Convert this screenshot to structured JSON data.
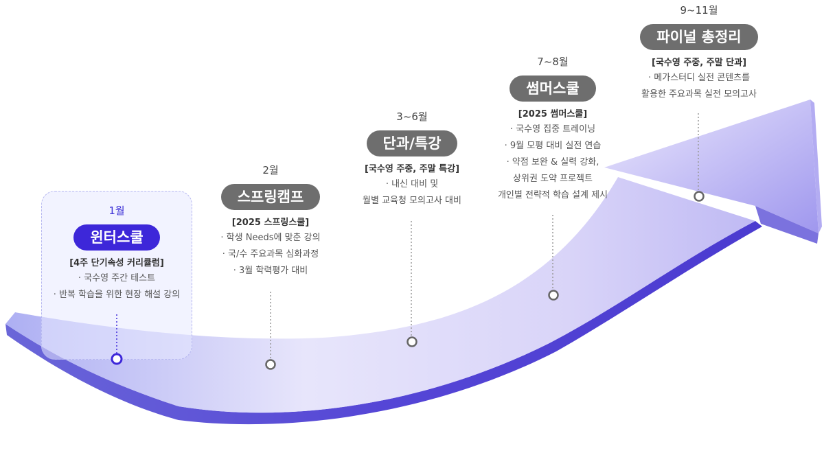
{
  "stages": [
    {
      "month": "1월",
      "title": "윈터스쿨",
      "subtitle": "[4주 단기속성 커리큘럼]",
      "items": [
        "· 국수영 주간 테스트",
        "· 반복 학습을 위한 현장 해설 강의"
      ]
    },
    {
      "month": "2월",
      "title": "스프링캠프",
      "subtitle": "[2025 스프링스쿨]",
      "items": [
        "· 학생 Needs에 맞춘 강의",
        "· 국/수 주요과목 심화과정",
        "· 3월 학력평가 대비"
      ]
    },
    {
      "month": "3~6월",
      "title": "단과/특강",
      "subtitle": "[국수영 주중, 주말 특강]",
      "items": [
        "· 내신 대비 및",
        "월별 교육청 모의고사 대비"
      ]
    },
    {
      "month": "7~8월",
      "title": "썸머스쿨",
      "subtitle": "[2025 썸머스쿨]",
      "items": [
        "· 국수영 집중 트레이닝",
        "· 9월 모평 대비 실전 연습",
        "· 약점 보완 & 실력 강화,",
        "상위권 도약 프로젝트",
        "개인별 전략적 학습 설계 제시"
      ]
    },
    {
      "month": "9~11월",
      "title": "파이널 총정리",
      "subtitle": "[국수영 주중, 주말 단과]",
      "items": [
        "· 메가스터디 실전 콘텐츠를",
        "활용한 주요과목 실전 모의고사"
      ]
    }
  ],
  "colors": {
    "highlight": "#3d27d9",
    "pill": "#6e6e6e",
    "arrow_light": "#dcd9fb",
    "arrow_dark": "#4a3fd4"
  }
}
